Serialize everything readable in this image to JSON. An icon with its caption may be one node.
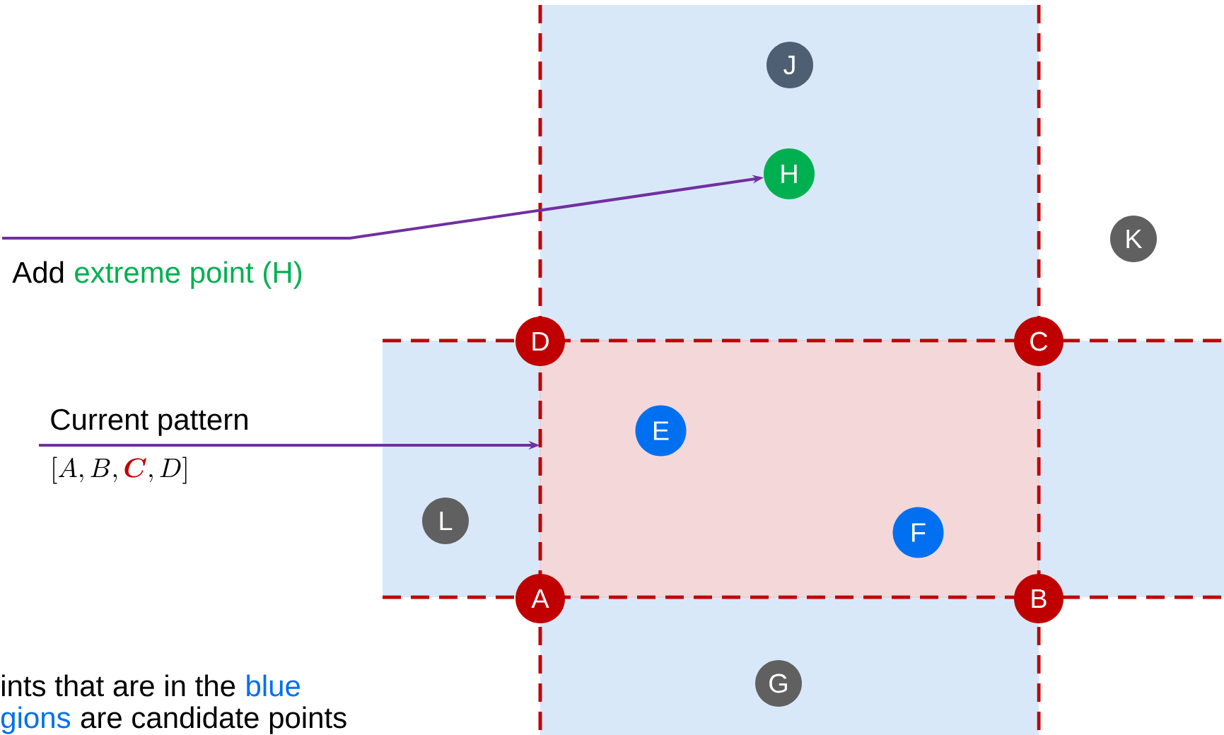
{
  "diagram": {
    "nodes": [
      {
        "text": [
          "J"
        ]
      },
      {
        "text": [
          "H"
        ]
      },
      {
        "text": [
          "K"
        ]
      },
      {
        "text": [
          "D"
        ]
      },
      {
        "text": [
          "C"
        ]
      },
      {
        "text": [],
        "shape": "box"
      },
      {
        "text": [
          "E"
        ],
        "in": 5
      },
      {
        "text": [
          "L"
        ]
      },
      {
        "text": [
          "F"
        ],
        "in": 5
      },
      {
        "text": [
          "A"
        ]
      },
      {
        "text": [
          "B"
        ]
      },
      {
        "text": [
          "G"
        ]
      }
    ],
    "edges": [
      {
        "from": null,
        "to": 1,
        "arrow": "to"
      },
      {
        "from": null,
        "to": 5,
        "arrow": "to"
      }
    ],
    "labels": [
      "Add",
      "extreme point (H)",
      "Current pattern",
      "[A, B, \\textcolor[HTML]{C00000}{\\boldsymbol{C}}, D]",
      "ints that are in the",
      "blue",
      "gions",
      "are candidate points"
    ]
  }
}
